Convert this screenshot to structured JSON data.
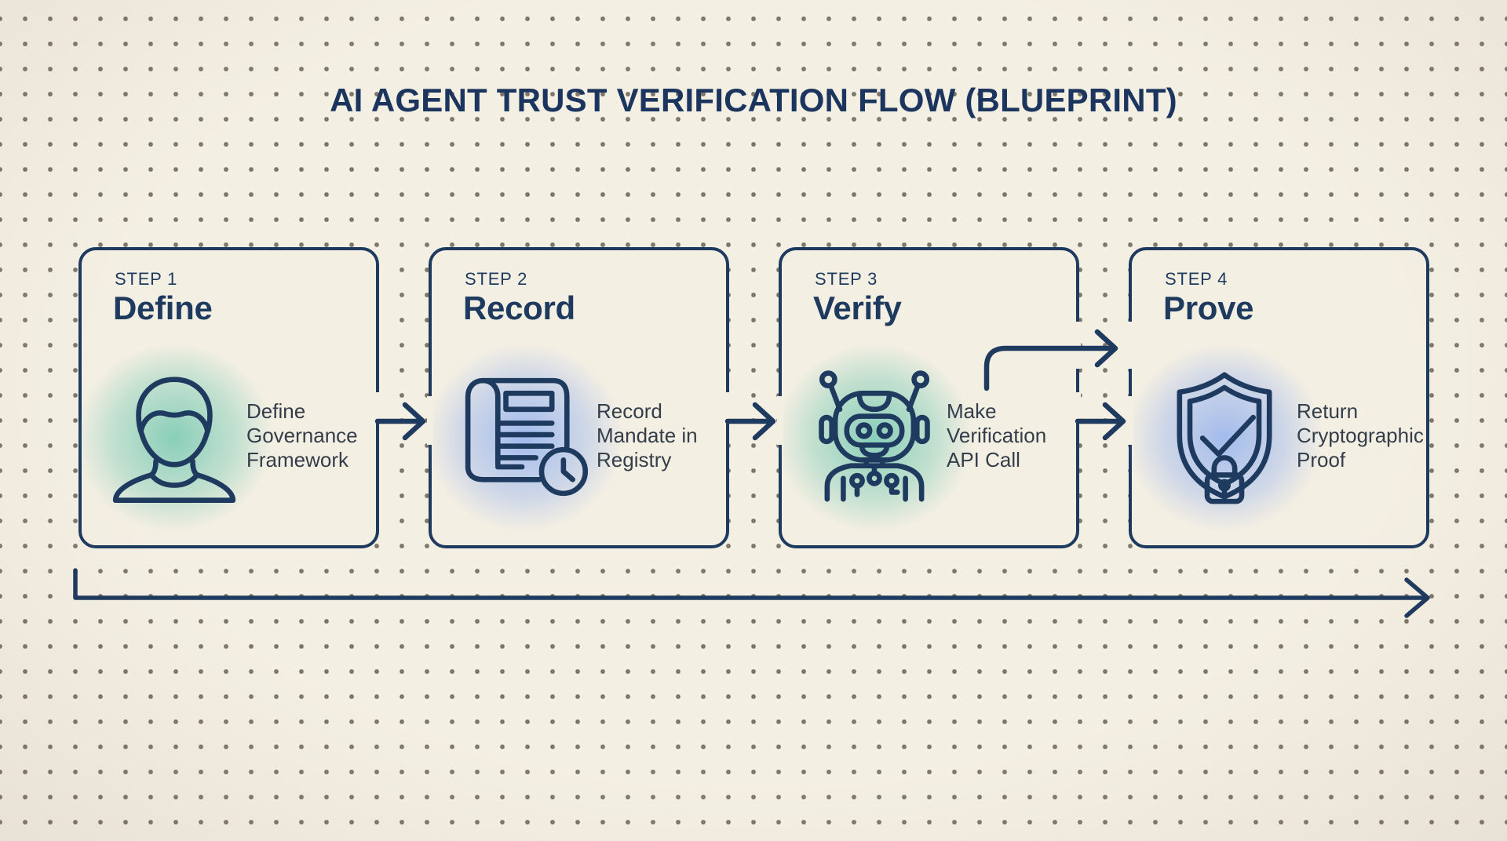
{
  "title": "AI AGENT TRUST VERIFICATION FLOW (BLUEPRINT)",
  "steps": [
    {
      "step_label": "STEP 1",
      "name": "Define",
      "caption": "Define Governance Framework",
      "icon": "person-icon",
      "glow_color": "#76c9b2"
    },
    {
      "step_label": "STEP 2",
      "name": "Record",
      "caption": "Record Mandate in Registry",
      "icon": "scroll-clock-icon",
      "glow_color": "#94b2ee"
    },
    {
      "step_label": "STEP 3",
      "name": "Verify",
      "caption": "Make Verification API Call",
      "icon": "robot-icon",
      "glow_color": "#76c9b2"
    },
    {
      "step_label": "STEP 4",
      "name": "Prove",
      "caption": "Return Cryptographic Proof",
      "icon": "shield-check-lock-icon",
      "glow_color": "#94b2ee"
    }
  ],
  "colors": {
    "ink": "#1e3a5f",
    "background": "#f4efe3",
    "dot_grid": "#7e7769",
    "caption_text": "#333e4a",
    "teal_glow": "#76c9b2",
    "blue_glow": "#94b2ee"
  }
}
